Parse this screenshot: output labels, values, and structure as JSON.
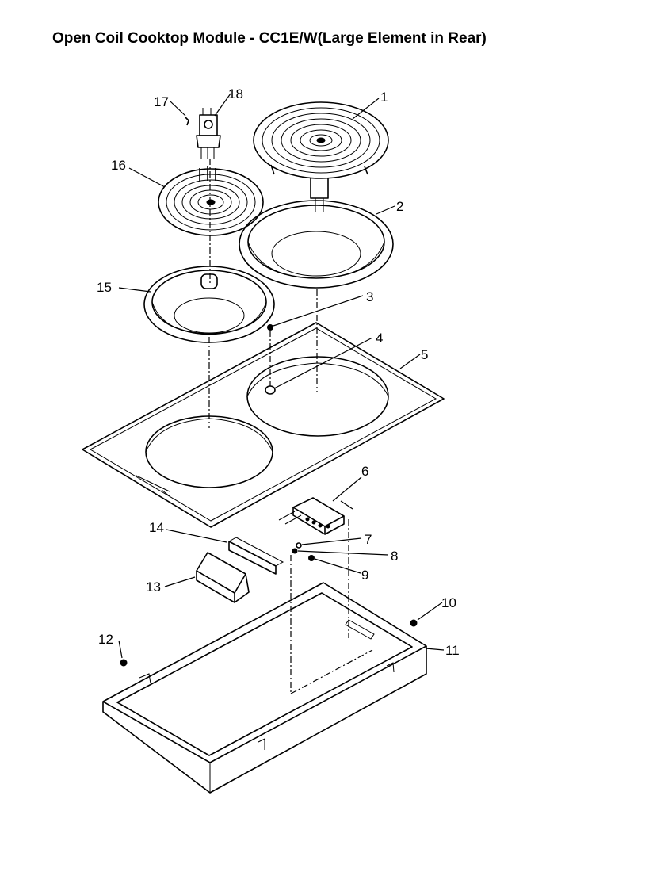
{
  "title": "Open Coil Cooktop Module - CC1E/W(Large Element in Rear)",
  "callouts": [
    "1",
    "2",
    "3",
    "4",
    "5",
    "6",
    "7",
    "8",
    "9",
    "10",
    "11",
    "12",
    "13",
    "14",
    "15",
    "16",
    "17",
    "18"
  ]
}
